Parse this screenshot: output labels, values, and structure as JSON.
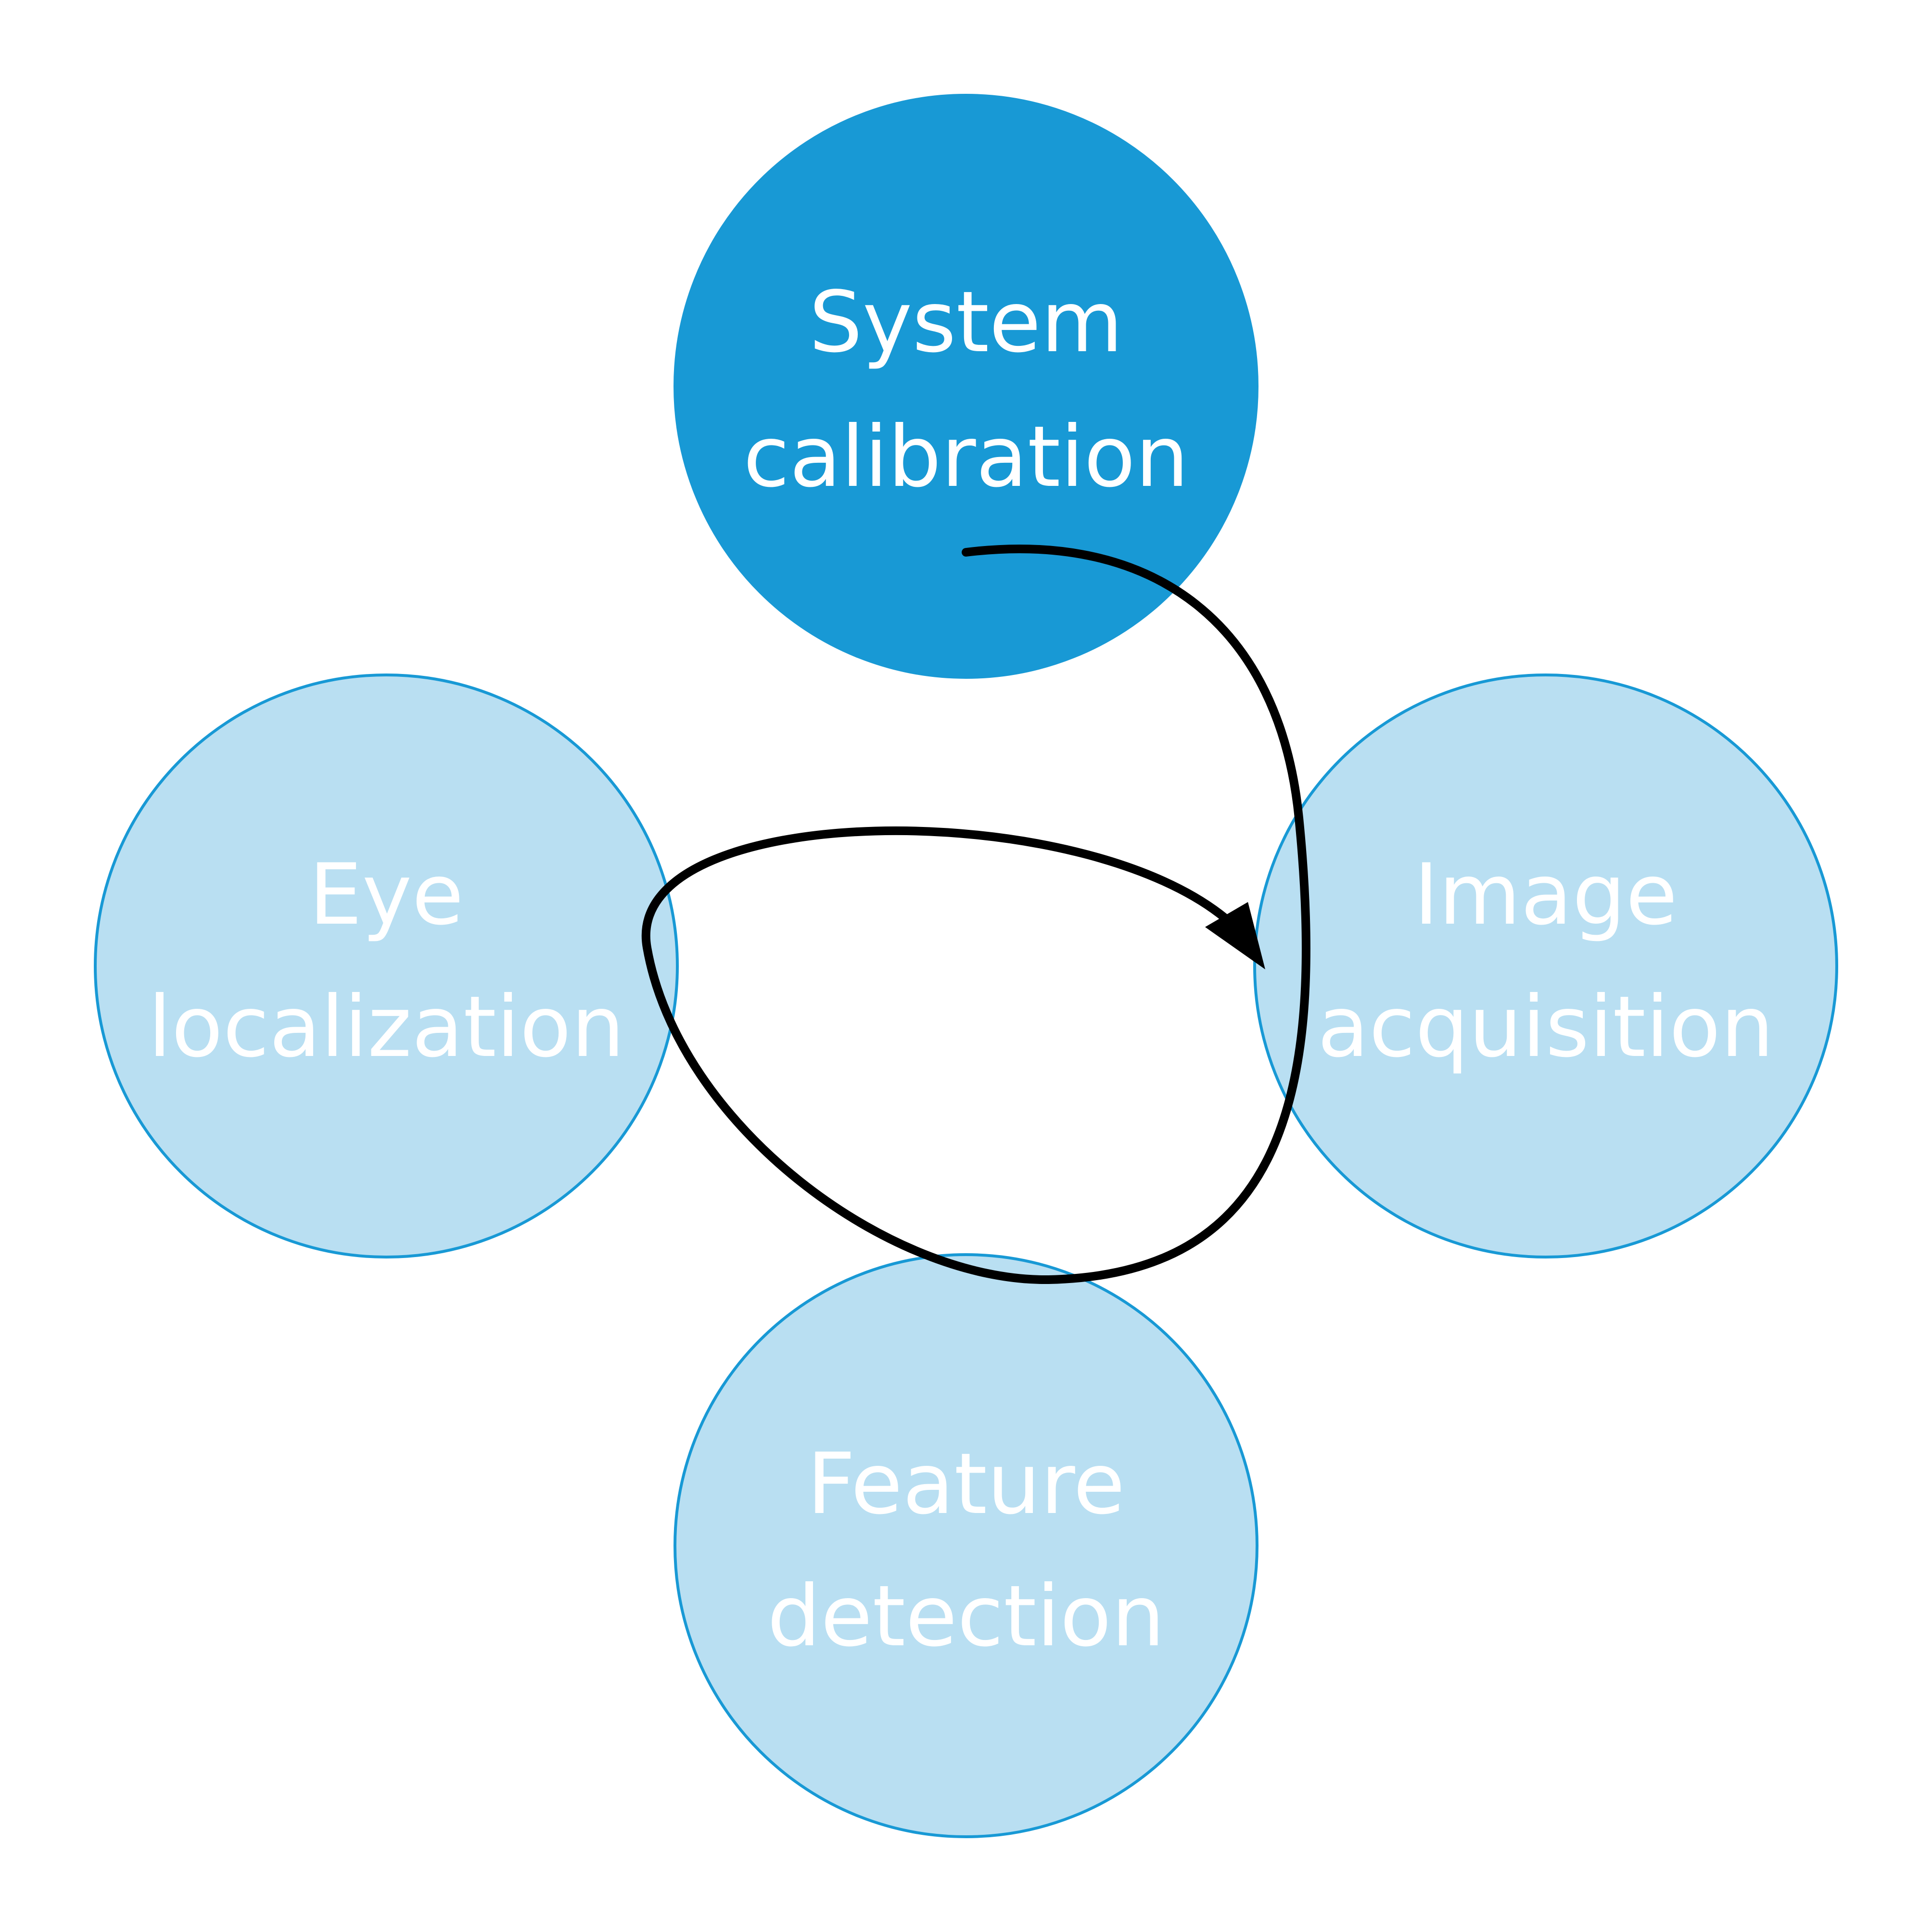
{
  "colors": {
    "primary_fill": "#1899d5",
    "secondary_fill": "#b9dff2",
    "node_border": "#1899d5",
    "node_text": "#ffffff",
    "flow_line": "#000000",
    "background": "#ffffff"
  },
  "nodes": {
    "system_calibration": {
      "line1": "System",
      "line2": "calibration",
      "style": "primary"
    },
    "image_acquisition": {
      "line1": "Image",
      "line2": "acquisition",
      "style": "secondary"
    },
    "feature_detection": {
      "line1": "Feature",
      "line2": "detection",
      "style": "secondary"
    },
    "eye_localization": {
      "line1": "Eye",
      "line2": "localization",
      "style": "secondary"
    }
  },
  "flow": {
    "order": [
      "system_calibration",
      "image_acquisition",
      "feature_detection",
      "eye_localization",
      "image_acquisition"
    ],
    "arrowhead": "filled-triangle"
  }
}
